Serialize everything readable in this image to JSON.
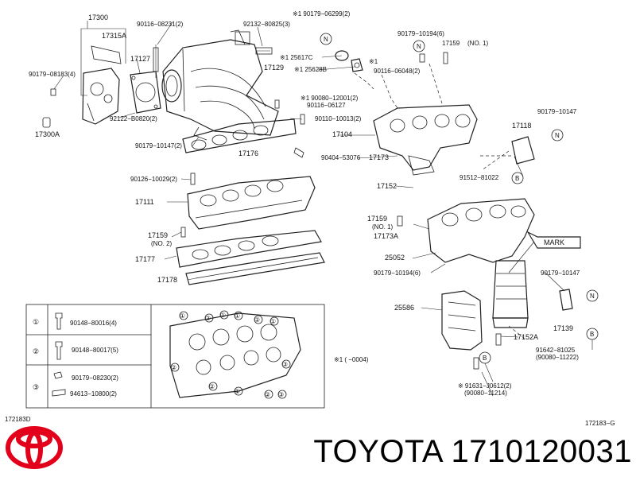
{
  "labels": {
    "p17300": "17300",
    "p17315A": "17315A",
    "p90116_08231": "90116−08231(2)",
    "p92132": "92132−80825(3)",
    "p90179_06299": "※1 90179−06299(2)",
    "p90179_10194_6": "90179−10194(6)",
    "p17159_no1_top": "17159",
    "no1_top": "(NO. 1)",
    "p17127": "17127",
    "p25617C": "※1 25617C",
    "p25628B": "※1 25628B",
    "p17129": "17129",
    "star1_a": "※1",
    "p90116_06048": "90116−06048(2)",
    "p90179_08183": "90179−08183(4)",
    "p90080_12001": "※1 90080−12001(2)",
    "p90116_06127": "90116−06127",
    "p92122": "92122−B0820(2)",
    "p90110": "90110−10013(2)",
    "p17104": "17104",
    "p90179_10147_r": "90179−10147",
    "p17300A": "17300A",
    "p17118": "17118",
    "p90179_10147_2": "90179−10147(2)",
    "p17176": "17176",
    "p90404": "90404−53076",
    "p17173": "17173",
    "p91512": "91512−81022",
    "p90126": "90126−10029(2)",
    "p17152": "17152",
    "p17111": "17111",
    "p17159_mid": "17159",
    "no1_mid": "(NO. 1)",
    "p17173A": "17173A",
    "p17159_no2": "17159",
    "no2": "(NO. 2)",
    "mark": "MARK",
    "p25052": "25052",
    "p17177": "17177",
    "p90179_10194_6b": "90179−10194(6)",
    "p90179_10147_b": "90179−10147",
    "p17178": "17178",
    "p25586": "25586",
    "p17139": "17139",
    "p17152A": "17152A",
    "p91642": "91642−81025",
    "p90080_11222": "(90080−11222)",
    "star_note": "※1 (    −0004)",
    "p91631": "※ 91631−J0612(2)",
    "p90080_11214": "(90080−11214)",
    "fig_left": "172183D",
    "fig_right": "172183−G",
    "callout_N": "N",
    "callout_B": "B"
  },
  "legend": {
    "rows": [
      {
        "num": "①",
        "parts": [
          "90148−80016(4)"
        ]
      },
      {
        "num": "②",
        "parts": [
          "90148−80017(5)"
        ]
      },
      {
        "num": "③",
        "parts": [
          "90179−08230(2)",
          "94613−10800(2)"
        ]
      }
    ]
  },
  "footer": {
    "brand": "TOYOTA",
    "part_number": "1710120031"
  },
  "colors": {
    "logo_red": "#e2001a",
    "ink": "#222222"
  },
  "icons": {
    "logo": "toyota-logo-icon"
  }
}
